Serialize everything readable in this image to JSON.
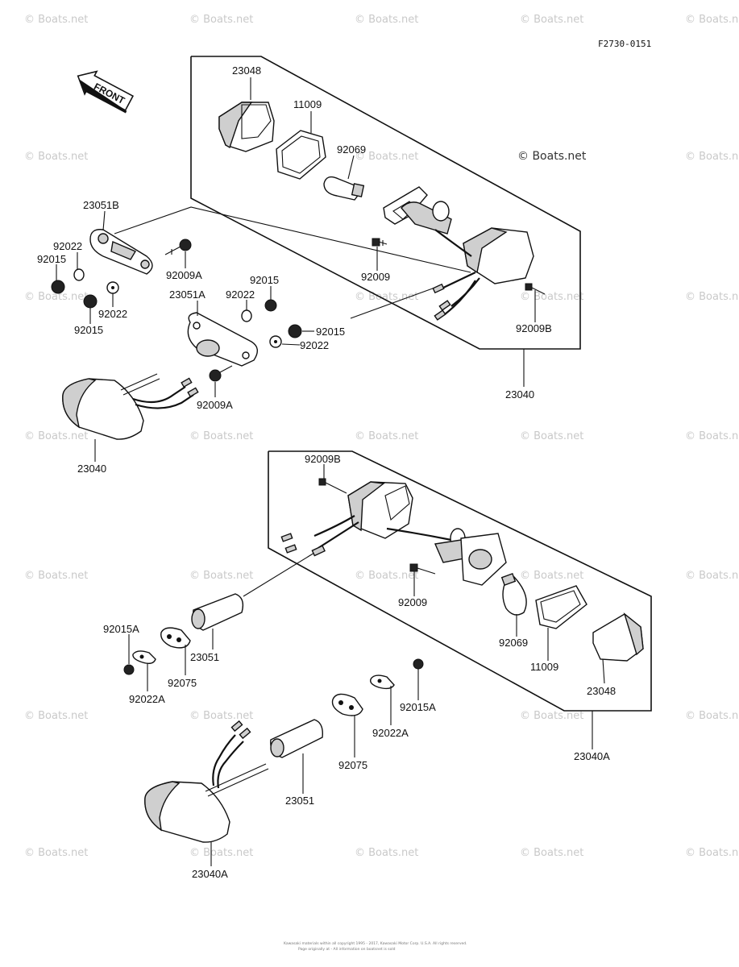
{
  "figure_code": "F2730-0151",
  "front_label": "FRONT",
  "watermark": "© Boats.net",
  "footer_lines": [
    "Kawasaki materials within all copyright 1995 - 2017, Kawasaki Motor Corp. U.S.A. All rights reserved.",
    "Page originally at - All information on boatsnet is sold"
  ],
  "labels": {
    "l23048_top": "23048",
    "l11009_top": "11009",
    "l92069_top": "92069",
    "l23051B": "23051B",
    "l92022_a": "92022",
    "l92015_a": "92015",
    "l92009A_a": "92009A",
    "l92022_b": "92022",
    "l92015_b": "92015",
    "l92015_c": "92015",
    "l23051A": "23051A",
    "l92022_c": "92022",
    "l92015_d": "92015",
    "l92022_d": "92022",
    "l92009_top": "92009",
    "l92009B_top": "92009B",
    "l92009A_b": "92009A",
    "l23040_left": "23040",
    "l23040_right": "23040",
    "l92009B_bot": "92009B",
    "l92009_bot": "92009",
    "l92015A_left": "92015A",
    "l23051_mid": "23051",
    "l92022A_left": "92022A",
    "l92075_left": "92075",
    "l92069_bot": "92069",
    "l11009_bot": "11009",
    "l23048_bot": "23048",
    "l92015A_right": "92015A",
    "l92022A_right": "92022A",
    "l92075_right": "92075",
    "l23051_bot": "23051",
    "l23040A_right": "23040A",
    "l23040A_bot": "23040A"
  }
}
